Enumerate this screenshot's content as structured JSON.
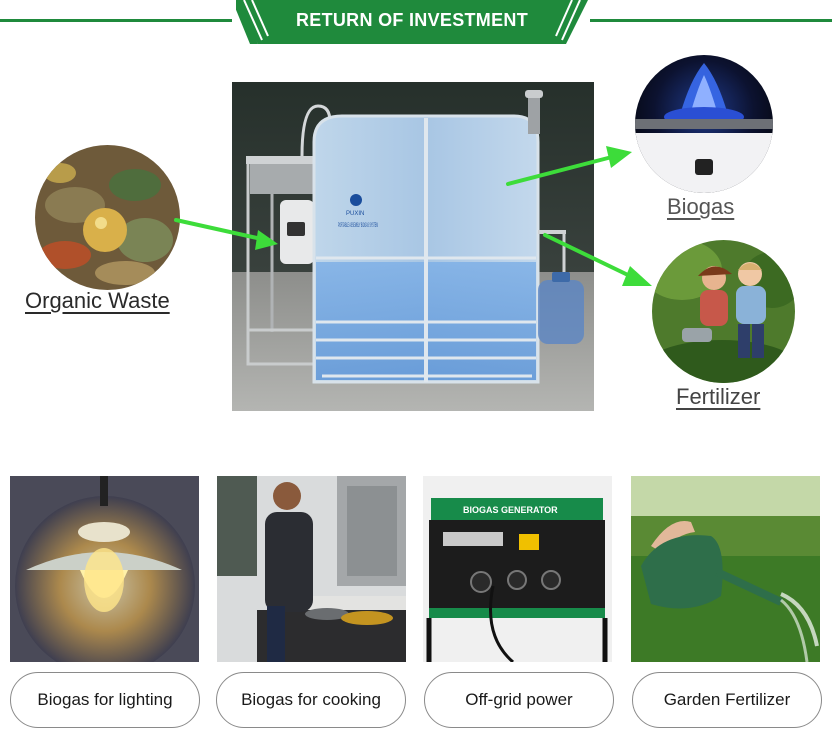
{
  "banner": {
    "title": "RETURN OF INVESTMENT",
    "color": "#1f8a3c"
  },
  "product": {
    "brand": "PUXIN",
    "panel_text": "PORTABLE ASSEMBLY BIOGAS SYSTEM"
  },
  "inputs": {
    "organic_waste_label": "Organic Waste"
  },
  "outputs": {
    "biogas_label": "Biogas",
    "fertilizer_label": "Fertilizer"
  },
  "arrow_color": "#3ddc3a",
  "generator": {
    "brand_text": "BIOGAS GENERATOR"
  },
  "uses": [
    {
      "label": "Biogas for lighting",
      "icon": "lamp-icon"
    },
    {
      "label": "Biogas for cooking",
      "icon": "cooking-icon"
    },
    {
      "label": "Off-grid power",
      "icon": "generator-icon"
    },
    {
      "label": "Garden Fertilizer",
      "icon": "watering-can-icon"
    }
  ]
}
